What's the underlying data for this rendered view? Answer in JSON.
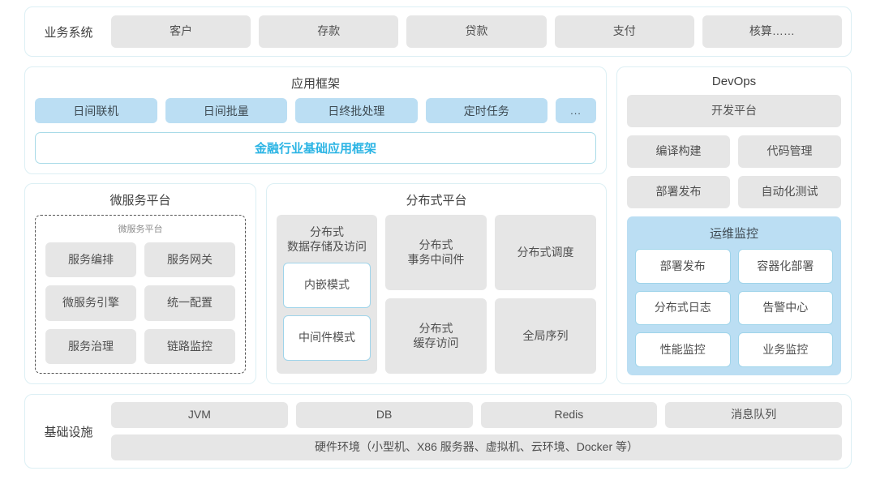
{
  "business_row": {
    "label": "业务系统",
    "items": [
      "客户",
      "存款",
      "贷款",
      "支付",
      "核算……"
    ]
  },
  "app_framework": {
    "title": "应用框架",
    "chips": [
      "日间联机",
      "日间批量",
      "日终批处理",
      "定时任务"
    ],
    "ellipsis": "...",
    "base_label": "金融行业基础应用框架",
    "base_color": "#2bb4e4"
  },
  "microservice": {
    "title": "微服务平台",
    "sub_label": "微服务平台",
    "items": [
      "服务编排",
      "服务网关",
      "微服务引擎",
      "统一配置",
      "服务治理",
      "链路监控"
    ]
  },
  "distributed": {
    "title": "分布式平台",
    "col1": {
      "title": "分布式\n数据存储及访问",
      "title_line1": "分布式",
      "title_line2": "数据存储及访问",
      "modes": [
        "内嵌模式",
        "中间件模式"
      ]
    },
    "col2": [
      {
        "line1": "分布式",
        "line2": "事务中间件"
      },
      {
        "line1": "分布式",
        "line2": "缓存访问"
      }
    ],
    "col3": [
      {
        "line1": "分布式调度",
        "line2": ""
      },
      {
        "line1": "全局序列",
        "line2": ""
      }
    ]
  },
  "devops": {
    "title": "DevOps",
    "platform": "开发平台",
    "items": [
      "编译构建",
      "代码管理",
      "部署发布",
      "自动化测试"
    ],
    "ops_monitor": {
      "title": "运维监控",
      "accent": "#bbdef3",
      "items": [
        "部署发布",
        "容器化部署",
        "分布式日志",
        "告警中心",
        "性能监控",
        "业务监控"
      ]
    }
  },
  "infrastructure": {
    "label": "基础设施",
    "items": [
      "JVM",
      "DB",
      "Redis",
      "消息队列"
    ],
    "hardware": "硬件环境（小型机、X86 服务器、虚拟机、云环境、Docker 等）"
  }
}
